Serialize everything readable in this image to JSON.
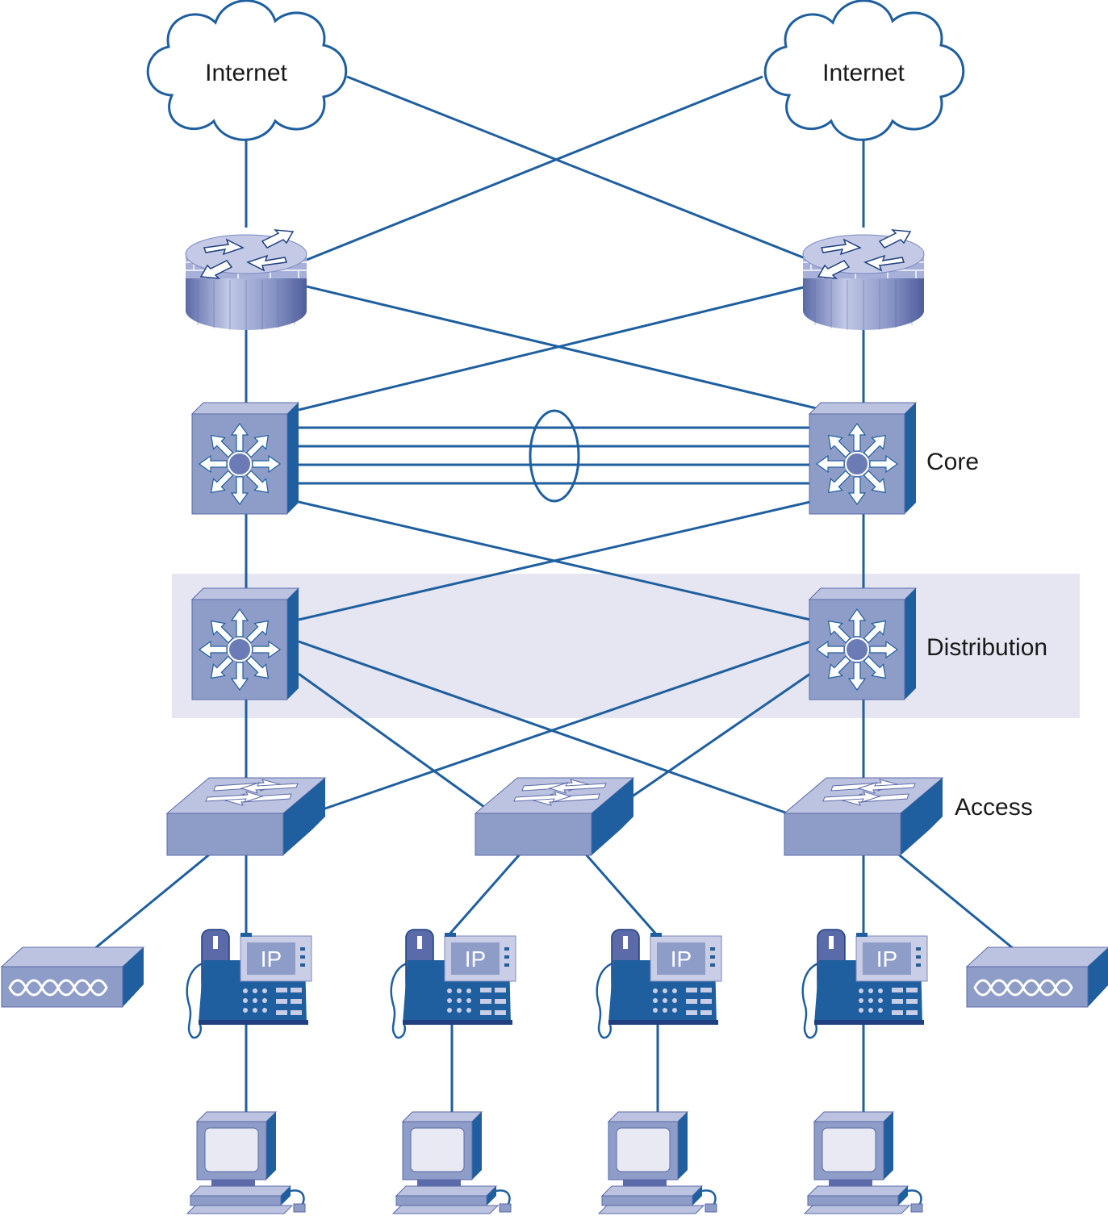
{
  "clouds": {
    "left": {
      "label": "Internet"
    },
    "right": {
      "label": "Internet"
    }
  },
  "layers": {
    "core": "Core",
    "distribution": "Distribution",
    "access": "Access"
  },
  "phone_badge": "IP",
  "colors": {
    "link": "#1f5f9f",
    "device_face": "#8e9cc8",
    "device_top": "#bcc3e0",
    "device_side": "#1f5f9f",
    "band": "#e6e6f2"
  }
}
